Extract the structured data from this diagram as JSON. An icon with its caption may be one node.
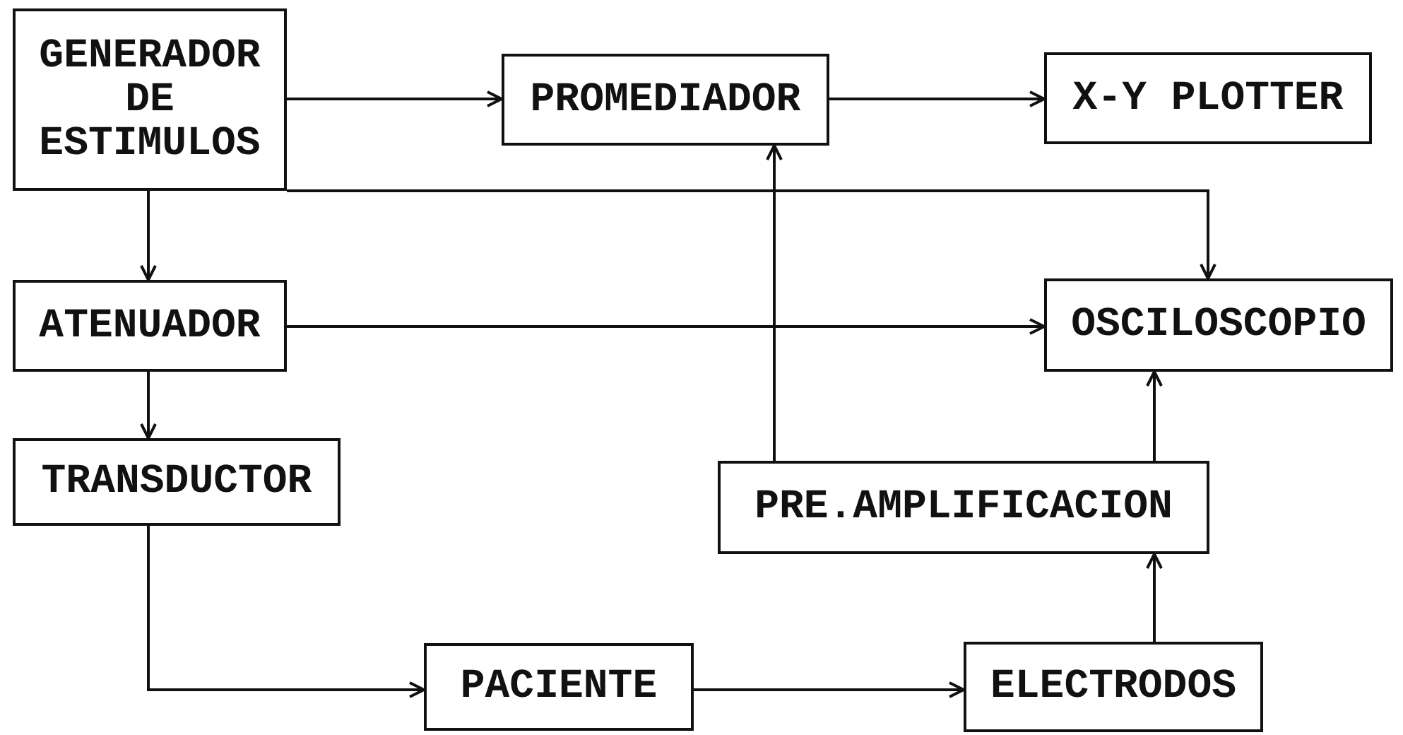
{
  "diagram": {
    "nodes": [
      {
        "text": [
          "GENERADOR DE ESTIMULOS"
        ]
      },
      {
        "text": [
          "PROMEDIADOR"
        ]
      },
      {
        "text": [
          "X-Y PLOTTER"
        ]
      },
      {
        "text": [
          "ATENUADOR"
        ]
      },
      {
        "text": [
          "OSCILOSCOPIO"
        ]
      },
      {
        "text": [
          "TRANSDUCTOR"
        ]
      },
      {
        "text": [
          "PRE.AMPLIFICACION"
        ]
      },
      {
        "text": [
          "PACIENTE"
        ]
      },
      {
        "text": [
          "ELECTRODOS"
        ]
      }
    ],
    "edges": [
      {
        "from": 0,
        "to": 1,
        "arrow": "to"
      },
      {
        "from": 1,
        "to": 2,
        "arrow": "to"
      },
      {
        "from": 0,
        "to": 4,
        "arrow": "to"
      },
      {
        "from": 0,
        "to": 3,
        "arrow": "to"
      },
      {
        "from": 3,
        "to": 4,
        "arrow": "to"
      },
      {
        "from": 3,
        "to": 5,
        "arrow": "to"
      },
      {
        "from": 6,
        "to": 1,
        "arrow": "to"
      },
      {
        "from": 6,
        "to": 4,
        "arrow": "to"
      },
      {
        "from": 5,
        "to": 7,
        "arrow": "to"
      },
      {
        "from": 7,
        "to": 8,
        "arrow": "to"
      },
      {
        "from": 8,
        "to": 6,
        "arrow": "to"
      }
    ]
  }
}
